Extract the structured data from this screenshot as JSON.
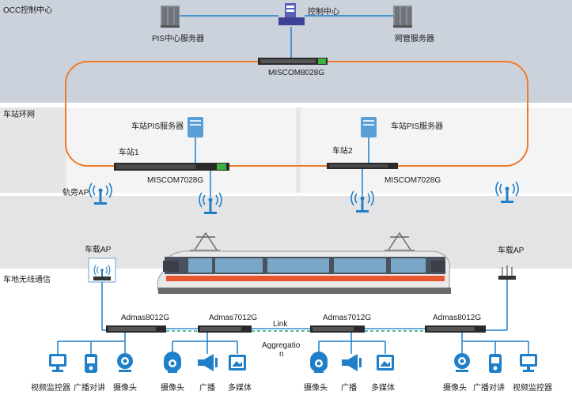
{
  "zones": {
    "occ": "OCC控制中心",
    "ring": "车站环网",
    "wireless": "车地无线通信"
  },
  "occ": {
    "control_center": "控制中心",
    "pis_server": "PIS中心服务器",
    "nms_server": "网管服务器",
    "core_switch": "MISCOM8028G"
  },
  "stations": [
    {
      "name": "车站1",
      "server": "车站PIS服务器",
      "switch": "MISCOM7028G"
    },
    {
      "name": "车站2",
      "server": "车站PIS服务器",
      "switch": "MISCOM7028G"
    }
  ],
  "trackside_ap": "轨旁AP",
  "vehicle_ap_left": "车载AP",
  "vehicle_ap_right": "车载AP",
  "train_switches": [
    "Admas8012G",
    "Admas7012G",
    "Admas7012G",
    "Admas8012G"
  ],
  "link_label": "Link",
  "aggregation_label_1": "Aggregatio",
  "aggregation_label_2": "n",
  "devices": [
    {
      "label": "视频监控器",
      "icon": "monitor-icon"
    },
    {
      "label": "广播对讲",
      "icon": "intercom-icon"
    },
    {
      "label": "摄像头",
      "icon": "webcam-icon"
    },
    {
      "label": "摄像头",
      "icon": "dome-camera-icon"
    },
    {
      "label": "广播",
      "icon": "loudspeaker-icon"
    },
    {
      "label": "多媒体",
      "icon": "multimedia-icon"
    },
    {
      "label": "摄像头",
      "icon": "dome-camera-icon"
    },
    {
      "label": "广播",
      "icon": "loudspeaker-icon"
    },
    {
      "label": "多媒体",
      "icon": "multimedia-icon"
    },
    {
      "label": "摄像头",
      "icon": "webcam-icon"
    },
    {
      "label": "广播对讲",
      "icon": "intercom-icon"
    },
    {
      "label": "视频监控器",
      "icon": "monitor-icon"
    }
  ],
  "colors": {
    "ring": "#f07a2a",
    "link": "#3a8fd0",
    "aggregation": "#2aa37a",
    "device": "#1f7fc8",
    "occ_bg": "#ccd2dc"
  }
}
